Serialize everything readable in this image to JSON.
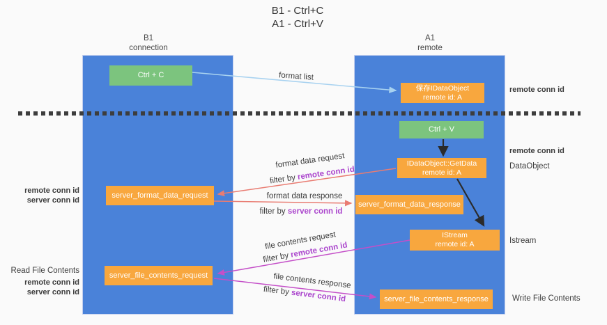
{
  "title": {
    "line1": "B1 - Ctrl+C",
    "line2": "A1 - Ctrl+V"
  },
  "lanes": {
    "left": {
      "name": "B1",
      "subtitle": "connection"
    },
    "right": {
      "name": "A1",
      "subtitle": "remote"
    }
  },
  "nodes": {
    "ctrl_c": {
      "label": "Ctrl + C"
    },
    "save_idataobject": {
      "line1": "保存IDataObject",
      "line2": "remote id: A"
    },
    "ctrl_v": {
      "label": "Ctrl + V"
    },
    "getdata": {
      "line1": "IDataObject::GetData",
      "line2": "remote id: A"
    },
    "server_format_data_request": {
      "label": "server_format_data_request"
    },
    "server_format_data_response": {
      "label": "server_format_data_response"
    },
    "istream": {
      "line1": "IStream",
      "line2": "remote id: A"
    },
    "server_file_contents_request": {
      "label": "server_file_contents_request"
    },
    "server_file_contents_response": {
      "label": "server_file_contents_response"
    }
  },
  "edges": {
    "format_list": "format list",
    "filter_by": "filter by ",
    "remote_conn_id": "remote conn id",
    "server_conn_id": "server conn id",
    "format_data_request": "format data request",
    "format_data_response": "format data response",
    "file_contents_request": "file contents request",
    "file_contents_response": "file contents response"
  },
  "left_margin": {
    "remote_conn_id_1": "remote conn id",
    "server_conn_id_1": "server conn id",
    "read_file_contents": "Read File Contents",
    "remote_conn_id_2": "remote conn id",
    "server_conn_id_2": "server conn id"
  },
  "right_margin": {
    "remote_conn_id_1": "remote conn id",
    "remote_conn_id_2": "remote conn id",
    "dataobject": "DataObject",
    "istream": "Istream",
    "write_file_contents": "Write File Contents"
  },
  "colors": {
    "lane_blue": "#4a82d9",
    "node_green": "#7cc47e",
    "node_orange": "#f8a73e",
    "label_purple": "#ab46cd",
    "label_green": "#5bb85e",
    "arrow_salmon": "#e97c72",
    "arrow_magenta": "#c44fc8",
    "arrow_lightblue": "#a8d2f0",
    "arrow_black": "#2b2b2b",
    "dash_line": "#3d3d3d"
  }
}
